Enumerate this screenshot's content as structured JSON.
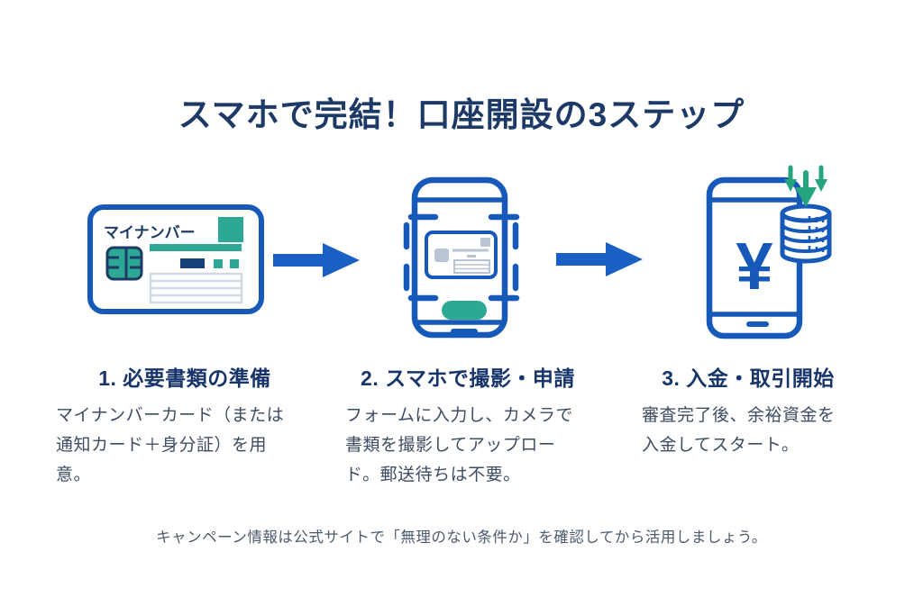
{
  "title": "スマホで完結！口座開設の3ステップ",
  "card": {
    "label": "マイナンバー"
  },
  "deposit_phone": {
    "yen_symbol": "¥"
  },
  "steps": [
    {
      "heading": "1. 必要書類の準備",
      "body": "マイナンバーカード（または\n通知カード＋身分証）を用\n意。",
      "illustration": "mynumber-card"
    },
    {
      "heading": "2. スマホで撮影・申請",
      "body": "フォームに入力し、カメラで\n書類を撮影してアップロー\nド。郵送待ちは不要。",
      "illustration": "smartphone-camera-scan"
    },
    {
      "heading": "3. 入金・取引開始",
      "body": "審査完了後、余裕資金を\n入金してスタート。",
      "illustration": "smartphone-yen-deposit"
    }
  ],
  "footer_note": "キャンペーン情報は公式サイトで「無理のない条件か」を確認してから活用しましょう。",
  "icons": {
    "flow_arrow": "right-arrow",
    "deposit_arrows": "triple-down-arrows",
    "coin_stack": "coin-stack",
    "ic_chip": "ic-chip"
  },
  "colors": {
    "title_navy": "#1d3a66",
    "heading_navy": "#17356b",
    "body_text": "#3e4d63",
    "footer_text": "#4e5a6e",
    "outline_blue": "#1659b8",
    "arrow_blue": "#1a5fc4",
    "teal": "#2da894",
    "green_arrow": "#26a37f",
    "light_gray": "#b9c5d4",
    "gray_line": "#d3d9e0"
  }
}
